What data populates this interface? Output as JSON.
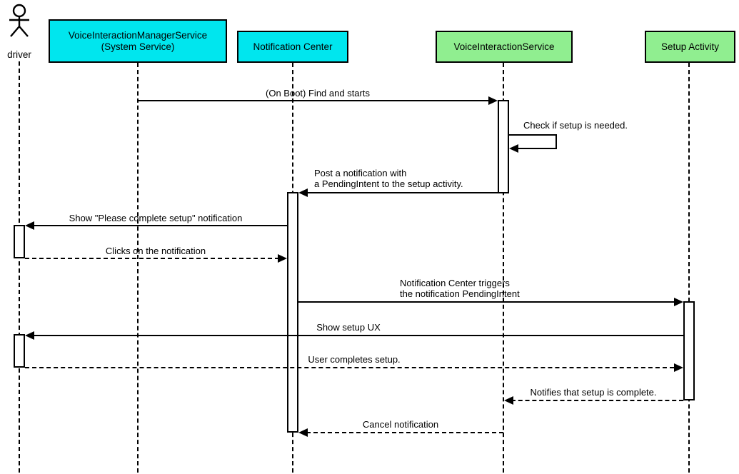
{
  "colors": {
    "participant_cyan": "#00e6ee",
    "participant_green": "#90ee90",
    "line": "#000000",
    "background": "#ffffff"
  },
  "participants": {
    "driver": {
      "label": "driver",
      "type": "actor"
    },
    "vims": {
      "line1": "VoiceInteractionManagerService",
      "line2": "(System Service)",
      "fill": "#00e6ee"
    },
    "notification_center": {
      "label": "Notification Center",
      "fill": "#00e6ee"
    },
    "voice_interaction_service": {
      "label": "VoiceInteractionService",
      "fill": "#90ee90"
    },
    "setup_activity": {
      "label": "Setup Activity",
      "fill": "#90ee90"
    }
  },
  "messages": {
    "m1": {
      "text": "(On Boot) Find and starts",
      "from": "VoiceInteractionManagerService (System Service)",
      "to": "VoiceInteractionService",
      "line": "solid"
    },
    "m2": {
      "text": "Check if setup is needed.",
      "from": "VoiceInteractionService",
      "to": "VoiceInteractionService",
      "line": "solid-self"
    },
    "m3": {
      "line1": "Post a notification with",
      "line2": "a PendingIntent to the setup activity.",
      "from": "VoiceInteractionService",
      "to": "Notification Center",
      "line": "solid"
    },
    "m4": {
      "text": "Show \"Please complete setup\" notification",
      "from": "Notification Center",
      "to": "driver",
      "line": "solid"
    },
    "m5": {
      "text": "Clicks on the notification",
      "from": "driver",
      "to": "Notification Center",
      "line": "dashed"
    },
    "m6": {
      "line1": "Notification Center triggers",
      "line2": "the notification PendingIntent",
      "from": "Notification Center",
      "to": "Setup Activity",
      "line": "solid"
    },
    "m7": {
      "text": "Show setup UX",
      "from": "Setup Activity",
      "to": "driver",
      "line": "solid"
    },
    "m8": {
      "text": "User completes setup.",
      "from": "driver",
      "to": "Setup Activity",
      "line": "dashed"
    },
    "m9": {
      "text": "Notifies that setup is complete.",
      "from": "Setup Activity",
      "to": "VoiceInteractionService",
      "line": "dashed"
    },
    "m10": {
      "text": "Cancel notification",
      "from": "VoiceInteractionService",
      "to": "Notification Center",
      "line": "dashed"
    }
  }
}
